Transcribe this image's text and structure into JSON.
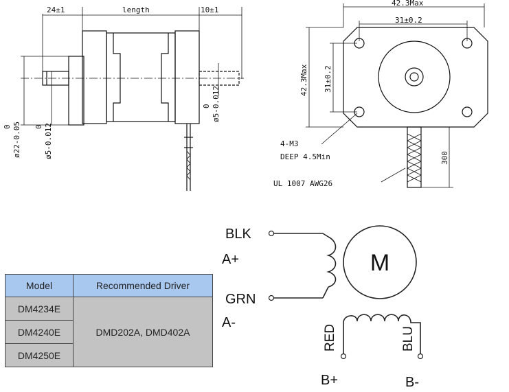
{
  "side_view": {
    "dim_shaft_length": "24±1",
    "dim_body": "length",
    "dim_rear_shaft": "10±1",
    "dim_boss_dia": "ø22-0.05",
    "dim_boss_tol": "0",
    "dim_shaft_dia": "ø5-0.012",
    "dim_shaft_tol": "0",
    "dim_rear_dia": "ø5-0.012",
    "dim_rear_tol": "0"
  },
  "front_view": {
    "dim_width": "42.3Max",
    "dim_hole_spacing_h": "31±0.2",
    "dim_height": "42.3Max",
    "dim_hole_spacing_v": "31±0.2",
    "dim_lead_length": "300",
    "note_thread": "4-M3",
    "note_depth": "DEEP 4.5Min",
    "note_wire": "UL 1007 AWG26"
  },
  "wiring": {
    "motor_symbol": "M",
    "lead_blk": "BLK",
    "lead_grn": "GRN",
    "lead_red": "RED",
    "lead_blu": "BLU",
    "phase_a_plus": "A+",
    "phase_a_minus": "A-",
    "phase_b_plus": "B+",
    "phase_b_minus": "B-"
  },
  "driver_table": {
    "headers": [
      "Model",
      "Recommended Driver"
    ],
    "models": [
      "DM4234E",
      "DM4240E",
      "DM4250E"
    ],
    "driver": "DMD202A, DMD402A",
    "header_color": "#a9c8ef",
    "cell_color": "#c3c3c3"
  }
}
